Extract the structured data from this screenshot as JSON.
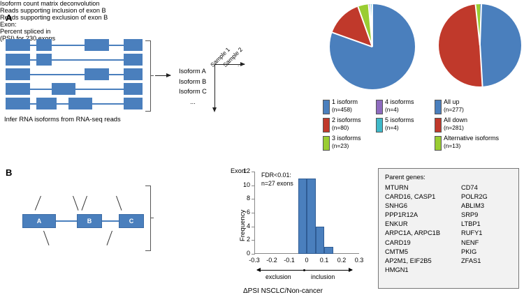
{
  "panels": {
    "a_letter": "A",
    "b_letter": "B"
  },
  "panel_a": {
    "caption": "Infer RNA isoforms from RNA-seq reads",
    "isoform_list": [
      "Isoform A",
      "Isoform B",
      "Isoform C",
      "..."
    ],
    "sample_labels": [
      "Sample 1",
      "Sample 2",
      "..."
    ],
    "deconvolution_caption": "Isoform count matrix deconvolution",
    "isoform_rows": [
      {
        "exons": [
          [
            0,
            62
          ],
          [
            78,
            118
          ],
          [
            200,
            262
          ],
          [
            300,
            348
          ]
        ]
      },
      {
        "exons": [
          [
            0,
            62
          ],
          [
            78,
            118
          ],
          [
            300,
            348
          ]
        ]
      },
      {
        "exons": [
          [
            0,
            62
          ],
          [
            200,
            262
          ],
          [
            300,
            348
          ]
        ]
      },
      {
        "exons": [
          [
            0,
            62
          ],
          [
            118,
            178
          ],
          [
            300,
            348
          ]
        ]
      },
      {
        "exons": [
          [
            0,
            62
          ],
          [
            78,
            130
          ],
          [
            160,
            220
          ],
          [
            300,
            348
          ]
        ]
      }
    ]
  },
  "pie_left": {
    "slices": [
      {
        "label": "1 isoform",
        "n": "(n=458)",
        "value": 458,
        "color": "#4a7fbd"
      },
      {
        "label": "2 isoforms",
        "n": "(n=80)",
        "value": 80,
        "color": "#c0392b"
      },
      {
        "label": "3 isoforms",
        "n": "(n=23)",
        "value": 23,
        "color": "#9acd32"
      },
      {
        "label": "4 isoforms",
        "n": "(n=4)",
        "value": 4,
        "color": "#8e6bbf"
      },
      {
        "label": "5 isoforms",
        "n": "(n=4)",
        "value": 4,
        "color": "#3fb9c9"
      }
    ]
  },
  "pie_right": {
    "slices": [
      {
        "label": "All up",
        "n": "(n=277)",
        "value": 277,
        "color": "#4a7fbd"
      },
      {
        "label": "All down",
        "n": "(n=281)",
        "value": 281,
        "color": "#c0392b"
      },
      {
        "label": "Alternative isoforms",
        "n": "(n=13)",
        "value": 13,
        "color": "#9acd32"
      }
    ]
  },
  "panel_b": {
    "inclusion_text": "Reads supporting inclusion of exon B",
    "exclusion_text": "Reads supporting exclusion of exon B",
    "exon_label": "Exon:",
    "exons": [
      "A",
      "B",
      "C"
    ],
    "psi_line1": "Percent spliced in",
    "psi_line2": "(PSI) for 230 exons"
  },
  "chart_data": {
    "type": "bar",
    "title": "",
    "annotation_line1": "FDR<0.01:",
    "annotation_line2": "n=27 exons",
    "xlabel": "ΔPSI NSCLC/Non-cancer",
    "ylabel": "Frequency",
    "xlim": [
      -0.3,
      0.3
    ],
    "ylim": [
      0,
      12
    ],
    "yticks": [
      0,
      2,
      4,
      6,
      8,
      10,
      12
    ],
    "ytick_labels": [
      "0",
      "2",
      "4",
      "6",
      "8",
      "10",
      "12"
    ],
    "xticks": [
      -0.3,
      -0.2,
      -0.1,
      0,
      0.1,
      0.2,
      0.3
    ],
    "xtick_labels": [
      "-0.3",
      "-0.2",
      "-0.1",
      "0",
      "0.1",
      "0.2",
      "0.3"
    ],
    "bin_width": 0.05,
    "bins": [
      {
        "x0": -0.05,
        "x1": 0.0,
        "value": 11
      },
      {
        "x0": 0.0,
        "x1": 0.05,
        "value": 11
      },
      {
        "x0": 0.05,
        "x1": 0.1,
        "value": 4
      },
      {
        "x0": 0.1,
        "x1": 0.15,
        "value": 1
      }
    ],
    "grid": false,
    "legend": "none",
    "direction_axis": {
      "left_label": "exclusion",
      "right_label": "inclusion",
      "prefix": "Exon:"
    },
    "bar_color": "#4a7fbd"
  },
  "gene_box": {
    "title": "Parent genes:",
    "column_left": [
      "MTURN",
      "CARD16, CASP1",
      "SNHG6",
      "PPP1R12A",
      "ENKUR",
      "ARPC1A, ARPC1B",
      "CARD19",
      "CMTM5",
      "AP2M1, EIF2B5",
      "HMGN1"
    ],
    "column_right": [
      "CD74",
      "POLR2G",
      "ABLIM3",
      "SRP9",
      "LTBP1",
      "RUFY1",
      "NENF",
      "PKIG",
      "ZFAS1"
    ]
  },
  "colors": {
    "exon_blue": "#4a7fbd",
    "red": "#c0392b",
    "green": "#9acd32",
    "purple": "#8e6bbf",
    "teal": "#3fb9c9"
  }
}
